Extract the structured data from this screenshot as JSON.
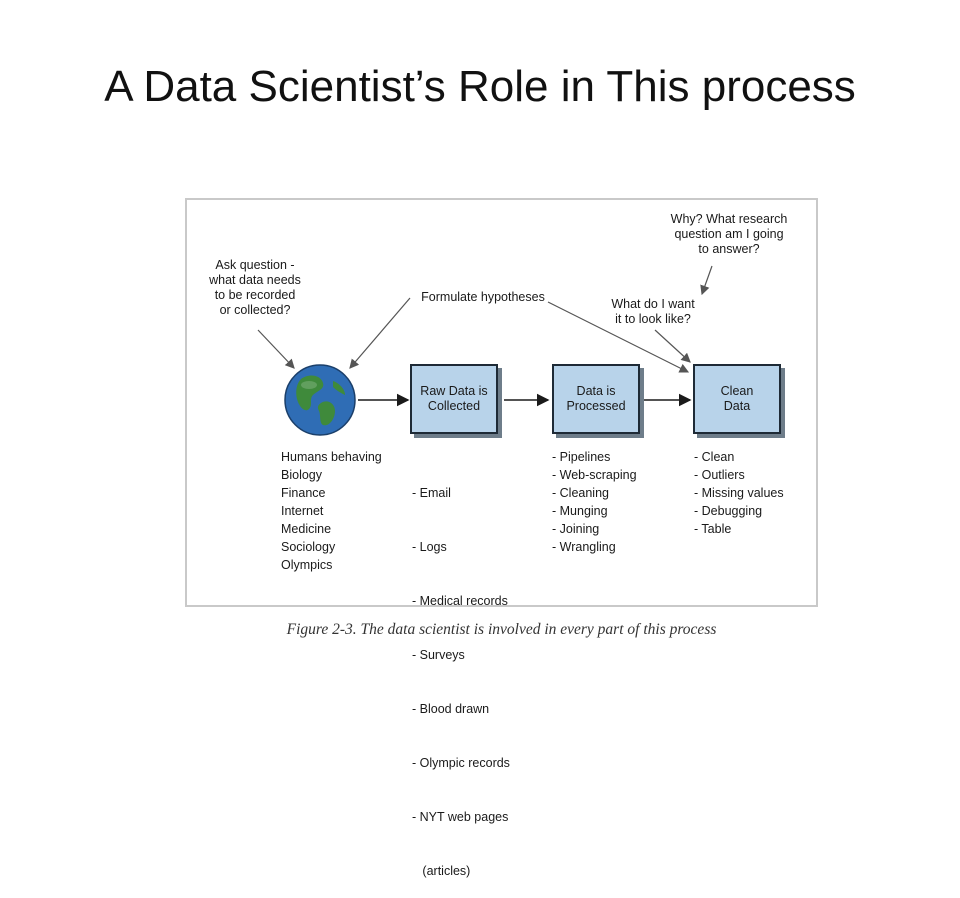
{
  "slide": {
    "title": "A Data Scientist’s Role in This process"
  },
  "diagram": {
    "notes": {
      "ask_question": "Ask question -\nwhat data needs\nto be recorded\nor collected?",
      "formulate": "Formulate hypotheses",
      "why": "Why? What research\nquestion am I going\nto answer?",
      "look_like": "What do I want\nit to look like?"
    },
    "boxes": {
      "raw": "Raw Data is\nCollected",
      "processed": "Data is\nProcessed",
      "clean": "Clean\nData"
    },
    "lists": {
      "world": [
        "Humans behaving",
        "Biology",
        "Finance",
        "Internet",
        "Medicine",
        "Sociology",
        "Olympics"
      ],
      "raw": [
        "- Email",
        "- Logs",
        "- Medical records",
        "- Surveys",
        "- Blood drawn",
        "- Olympic records",
        "- NYT web pages",
        "   (articles)"
      ],
      "processed": [
        "- Pipelines",
        "- Web-scraping",
        "- Cleaning",
        "- Munging",
        "- Joining",
        "- Wrangling"
      ],
      "clean": [
        "- Clean",
        "- Outliers",
        "- Missing values",
        "- Debugging",
        "- Table"
      ]
    },
    "caption": "Figure 2-3. The data scientist is involved in every part of this process",
    "colors": {
      "box_fill": "#b8d3ea",
      "box_border": "#1e2a36",
      "globe_ocean": "#2f6db5",
      "globe_land": "#3f8a3b"
    },
    "icons": {
      "globe": "earth-globe-icon"
    }
  }
}
